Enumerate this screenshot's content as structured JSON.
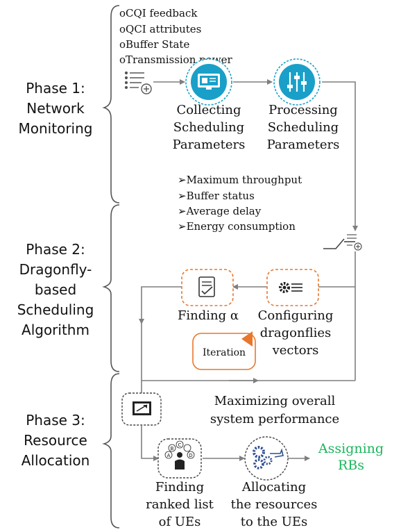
{
  "phases": [
    {
      "line1": "Phase 1:",
      "line2": "Network",
      "line3": "Monitoring"
    },
    {
      "line1": "Phase 2:",
      "line2": "Dragonfly-",
      "line3": "based",
      "line4": "Scheduling",
      "line5": "Algorithm"
    },
    {
      "line1": "Phase 3:",
      "line2": "Resource",
      "line3": "Allocation"
    }
  ],
  "inputs": [
    "oCQI feedback",
    "oQCI attributes",
    "oBuffer State",
    "oTransmission power"
  ],
  "collecting": {
    "l1": "Collecting",
    "l2": "Scheduling",
    "l3": "Parameters"
  },
  "processing": {
    "l1": "Processing",
    "l2": "Scheduling",
    "l3": "Parameters"
  },
  "objectives": [
    "➢Maximum throughput",
    "➢Buffer status",
    "➢Average delay",
    "➢Energy consumption"
  ],
  "finding_alpha": "Finding α",
  "configuring": {
    "l1": "Configuring",
    "l2": "dragonflies",
    "l3": "vectors"
  },
  "iteration": "Iteration",
  "maximizing": {
    "l1": "Maximizing overall",
    "l2": "system performance"
  },
  "ranked": {
    "l1": "Finding",
    "l2": "ranked list",
    "l3": "of UEs"
  },
  "allocating": {
    "l1": "Allocating",
    "l2": "the resources",
    "l3": "to the UEs"
  },
  "assigning": {
    "l1": "Assigning",
    "l2": "RBs"
  },
  "colors": {
    "teal": "#1aa0c8",
    "orange": "#e8762b",
    "gray": "#7f7f7f",
    "green": "#1bb55c"
  }
}
